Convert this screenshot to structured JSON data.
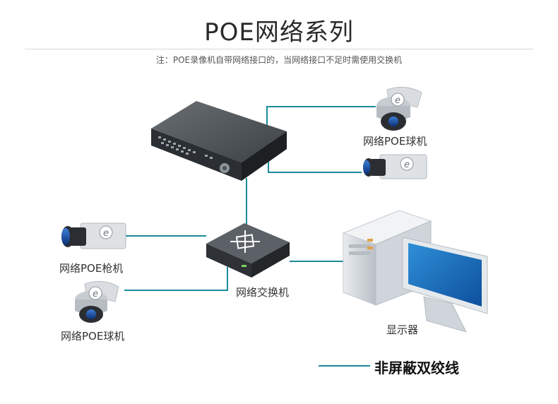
{
  "header": {
    "title": "POE网络系列",
    "note": "注：POE录像机自带网络接口的，当网络接口不足时需使用交换机"
  },
  "nodes": {
    "dome_top_label": "网络POE球机",
    "bullet_label": "网络POE枪机",
    "switch_label": "网络交换机",
    "dome_bottom_label": "网络POE球机",
    "monitor_label": "显示器",
    "camera_badge": "e"
  },
  "legend": {
    "label": "非屏蔽双绞线",
    "color": "#1c8a9c"
  }
}
